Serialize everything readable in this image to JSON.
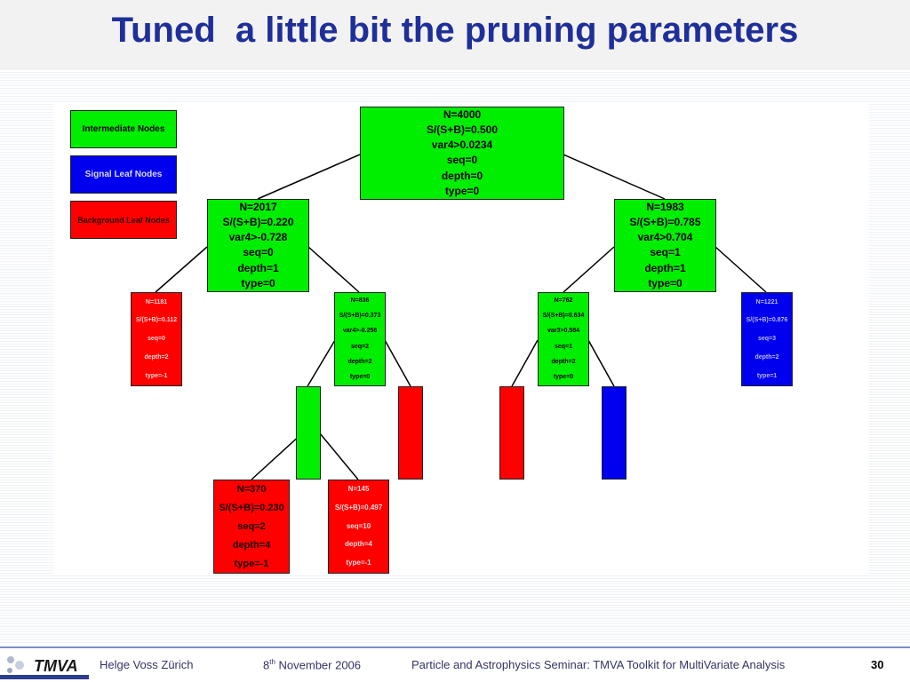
{
  "slide": {
    "title": "Tuned  a little bit the pruning parameters",
    "page_number": "30"
  },
  "legend": {
    "intermediate": "Intermediate Nodes",
    "signal_leaf": "Signal Leaf Nodes",
    "background_leaf": "Background Leaf Nodes"
  },
  "colors": {
    "title": "#1f2f99",
    "intermediate": "#00ee00",
    "signal": "#0000ee",
    "background": "#ff0000"
  },
  "tree": {
    "root": [
      "N=4000",
      "S/(S+B)=0.500",
      "var4>0.0234",
      "seq=0",
      "depth=0",
      "type=0"
    ],
    "n2017": [
      "N=2017",
      "S/(S+B)=0.220",
      "var4>-0.728",
      "seq=0",
      "depth=1",
      "type=0"
    ],
    "n1983": [
      "N=1983",
      "S/(S+B)=0.785",
      "var4>0.704",
      "seq=1",
      "depth=1",
      "type=0"
    ],
    "n1181": [
      "N=1181",
      "S/(S+B)=0.112",
      "seq=0",
      "depth=2",
      "type=-1"
    ],
    "n836": [
      "N=836",
      "S/(S+B)=0.373",
      "var4>-0.258",
      "seq=2",
      "depth=2",
      "type=0"
    ],
    "n762": [
      "N=762",
      "S/(S+B)=0.634",
      "var3>0.584",
      "seq=1",
      "depth=2",
      "type=0"
    ],
    "n1221": [
      "N=1221",
      "S/(S+B)=0.876",
      "seq=3",
      "depth=2",
      "type=1"
    ],
    "n370": [
      "N=370",
      "S/(S+B)=0.230",
      "seq=2",
      "depth=4",
      "type=-1"
    ],
    "n145": [
      "N=145",
      "S/(S+B)=0.497",
      "seq=10",
      "depth=4",
      "type=-1"
    ]
  },
  "footer": {
    "logo": "TMVA",
    "author": "Helge Voss Zürich",
    "date_day": "8",
    "date_sup": "th",
    "date_rest": " November 2006",
    "seminar": "Particle and Astrophysics Seminar:   TMVA Toolkit for MultiVariate Analysis"
  }
}
